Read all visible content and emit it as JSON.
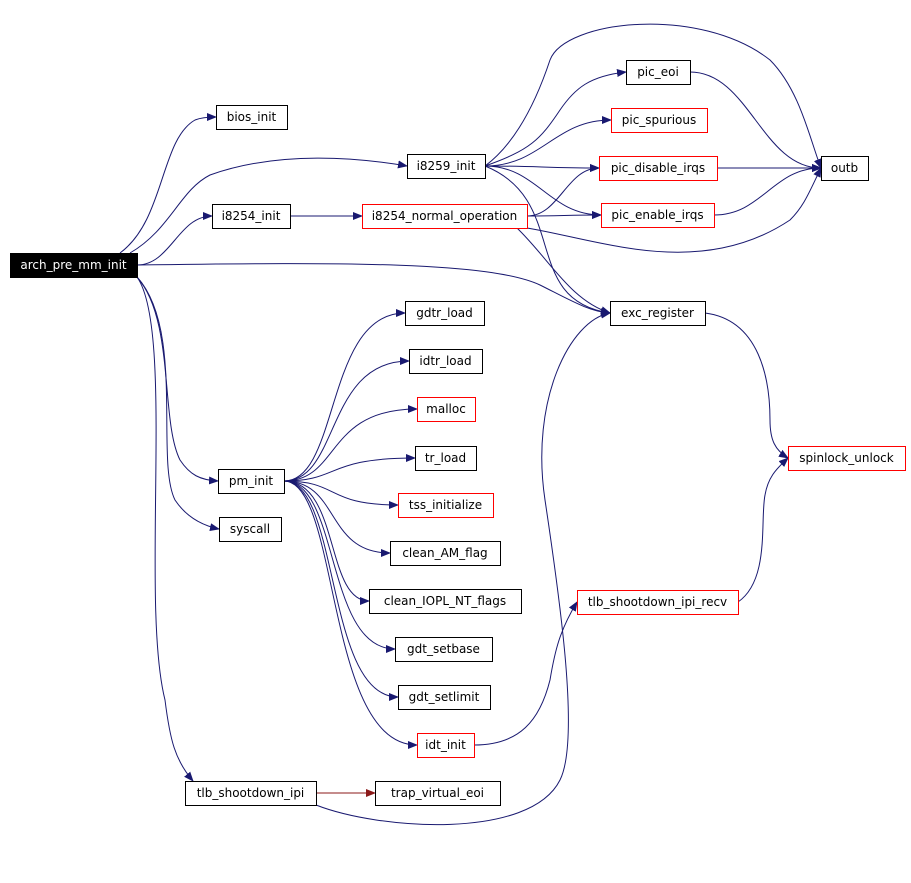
{
  "colors": {
    "background": "#ffffff",
    "edge_default": "#191970",
    "edge_red": "#8b1a1a",
    "node_border_black": "#000000",
    "node_border_red": "#ff0000",
    "root_fill": "#000000",
    "root_text": "#ffffff"
  },
  "nodes": {
    "arch_pre_mm_init": {
      "label": "arch_pre_mm_init",
      "style": "root"
    },
    "bios_init": {
      "label": "bios_init",
      "style": "black"
    },
    "i8254_init": {
      "label": "i8254_init",
      "style": "black"
    },
    "i8259_init": {
      "label": "i8259_init",
      "style": "black"
    },
    "i8254_normal_operation": {
      "label": "i8254_normal_operation",
      "style": "red"
    },
    "pic_eoi": {
      "label": "pic_eoi",
      "style": "black"
    },
    "pic_spurious": {
      "label": "pic_spurious",
      "style": "red"
    },
    "pic_disable_irqs": {
      "label": "pic_disable_irqs",
      "style": "red"
    },
    "pic_enable_irqs": {
      "label": "pic_enable_irqs",
      "style": "red"
    },
    "outb": {
      "label": "outb",
      "style": "black"
    },
    "exc_register": {
      "label": "exc_register",
      "style": "black"
    },
    "spinlock_unlock": {
      "label": "spinlock_unlock",
      "style": "red"
    },
    "gdtr_load": {
      "label": "gdtr_load",
      "style": "black"
    },
    "idtr_load": {
      "label": "idtr_load",
      "style": "black"
    },
    "malloc": {
      "label": "malloc",
      "style": "red"
    },
    "tr_load": {
      "label": "tr_load",
      "style": "black"
    },
    "tss_initialize": {
      "label": "tss_initialize",
      "style": "red"
    },
    "clean_AM_flag": {
      "label": "clean_AM_flag",
      "style": "black"
    },
    "clean_IOPL_NT_flags": {
      "label": "clean_IOPL_NT_flags",
      "style": "black"
    },
    "gdt_setbase": {
      "label": "gdt_setbase",
      "style": "black"
    },
    "gdt_setlimit": {
      "label": "gdt_setlimit",
      "style": "black"
    },
    "idt_init": {
      "label": "idt_init",
      "style": "red"
    },
    "pm_init": {
      "label": "pm_init",
      "style": "black"
    },
    "syscall": {
      "label": "syscall",
      "style": "black"
    },
    "tlb_shootdown_ipi": {
      "label": "tlb_shootdown_ipi",
      "style": "black"
    },
    "trap_virtual_eoi": {
      "label": "trap_virtual_eoi",
      "style": "black"
    },
    "tlb_shootdown_ipi_recv": {
      "label": "tlb_shootdown_ipi_recv",
      "style": "red"
    }
  },
  "edges": [
    {
      "from": "arch_pre_mm_init",
      "to": "bios_init",
      "color": "default"
    },
    {
      "from": "arch_pre_mm_init",
      "to": "i8259_init",
      "color": "default"
    },
    {
      "from": "arch_pre_mm_init",
      "to": "i8254_init",
      "color": "default"
    },
    {
      "from": "arch_pre_mm_init",
      "to": "exc_register",
      "color": "default"
    },
    {
      "from": "arch_pre_mm_init",
      "to": "pm_init",
      "color": "default"
    },
    {
      "from": "arch_pre_mm_init",
      "to": "syscall",
      "color": "default"
    },
    {
      "from": "arch_pre_mm_init",
      "to": "tlb_shootdown_ipi",
      "color": "default"
    },
    {
      "from": "i8254_init",
      "to": "i8254_normal_operation",
      "color": "default"
    },
    {
      "from": "i8259_init",
      "to": "pic_eoi",
      "color": "default"
    },
    {
      "from": "i8259_init",
      "to": "pic_spurious",
      "color": "default"
    },
    {
      "from": "i8259_init",
      "to": "pic_disable_irqs",
      "color": "default"
    },
    {
      "from": "i8259_init",
      "to": "pic_enable_irqs",
      "color": "default"
    },
    {
      "from": "i8259_init",
      "to": "exc_register",
      "color": "default"
    },
    {
      "from": "i8259_init",
      "to": "outb",
      "color": "default"
    },
    {
      "from": "i8254_normal_operation",
      "to": "pic_disable_irqs",
      "color": "default"
    },
    {
      "from": "i8254_normal_operation",
      "to": "pic_enable_irqs",
      "color": "default"
    },
    {
      "from": "i8254_normal_operation",
      "to": "exc_register",
      "color": "default"
    },
    {
      "from": "i8254_normal_operation",
      "to": "outb",
      "color": "default"
    },
    {
      "from": "pic_eoi",
      "to": "outb",
      "color": "default"
    },
    {
      "from": "pic_disable_irqs",
      "to": "outb",
      "color": "default"
    },
    {
      "from": "pic_enable_irqs",
      "to": "outb",
      "color": "default"
    },
    {
      "from": "exc_register",
      "to": "spinlock_unlock",
      "color": "default"
    },
    {
      "from": "tlb_shootdown_ipi_recv",
      "to": "spinlock_unlock",
      "color": "default"
    },
    {
      "from": "pm_init",
      "to": "gdtr_load",
      "color": "default"
    },
    {
      "from": "pm_init",
      "to": "idtr_load",
      "color": "default"
    },
    {
      "from": "pm_init",
      "to": "malloc",
      "color": "default"
    },
    {
      "from": "pm_init",
      "to": "tr_load",
      "color": "default"
    },
    {
      "from": "pm_init",
      "to": "tss_initialize",
      "color": "default"
    },
    {
      "from": "pm_init",
      "to": "clean_AM_flag",
      "color": "default"
    },
    {
      "from": "pm_init",
      "to": "clean_IOPL_NT_flags",
      "color": "default"
    },
    {
      "from": "pm_init",
      "to": "gdt_setbase",
      "color": "default"
    },
    {
      "from": "pm_init",
      "to": "gdt_setlimit",
      "color": "default"
    },
    {
      "from": "pm_init",
      "to": "idt_init",
      "color": "default"
    },
    {
      "from": "idt_init",
      "to": "tlb_shootdown_ipi_recv",
      "color": "default"
    },
    {
      "from": "tlb_shootdown_ipi",
      "to": "trap_virtual_eoi",
      "color": "red"
    },
    {
      "from": "tlb_shootdown_ipi",
      "to": "exc_register",
      "color": "default"
    }
  ]
}
